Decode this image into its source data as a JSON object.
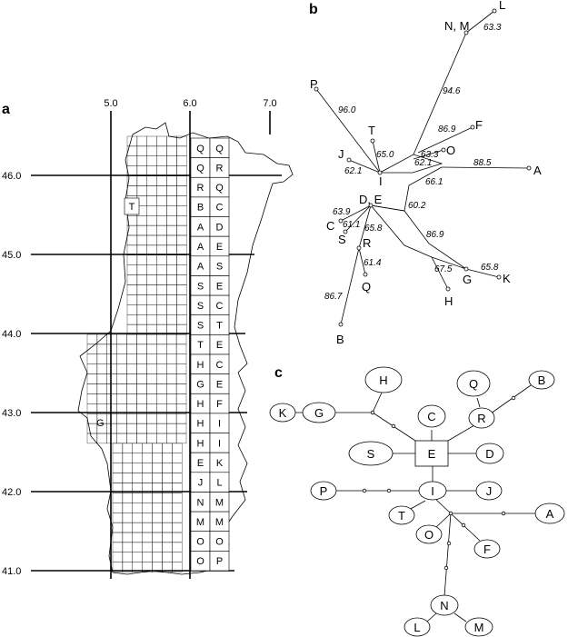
{
  "panels": {
    "a": "a",
    "b": "b",
    "c": "c"
  },
  "panel_a": {
    "x_ticks": [
      "5.0",
      "6.0",
      "7.0"
    ],
    "y_ticks": [
      "46.0",
      "45.0",
      "44.0",
      "43.0",
      "42.0",
      "41.0"
    ],
    "grid_rows": [
      [
        "Q",
        "Q"
      ],
      [
        "Q",
        "R"
      ],
      [
        "R",
        "Q"
      ],
      [
        "B",
        "C"
      ],
      [
        "A",
        "D"
      ],
      [
        "A",
        "E"
      ],
      [
        "A",
        "S"
      ],
      [
        "S",
        "E"
      ],
      [
        "S",
        "C"
      ],
      [
        "S",
        "T"
      ],
      [
        "T",
        "E"
      ],
      [
        "H",
        "C"
      ],
      [
        "G",
        "E"
      ],
      [
        "H",
        "F"
      ],
      [
        "H",
        "I"
      ],
      [
        "H",
        "I"
      ],
      [
        "E",
        "K"
      ],
      [
        "J",
        "L"
      ],
      [
        "N",
        "M"
      ],
      [
        "M",
        "M"
      ],
      [
        "O",
        "O"
      ],
      [
        "O",
        "P"
      ]
    ],
    "extra_labels": [
      "T",
      "G"
    ]
  },
  "panel_b": {
    "nodes": [
      "L",
      "N, M",
      "P",
      "T",
      "F",
      "J",
      "O",
      "A",
      "I",
      "D, E",
      "C",
      "S",
      "R",
      "Q",
      "B",
      "G",
      "H",
      "K"
    ],
    "branch_lengths": [
      "63.3",
      "94.6",
      "96.0",
      "86.9",
      "65.0",
      "63.3",
      "62.1",
      "62.1",
      "88.5",
      "66.1",
      "60.2",
      "63.9",
      "61.1",
      "65.8",
      "86.9",
      "61.4",
      "67.5",
      "65.8",
      "86.7"
    ]
  },
  "panel_c": {
    "nodes": [
      "H",
      "Q",
      "B",
      "K",
      "G",
      "C",
      "R",
      "S",
      "E",
      "D",
      "P",
      "I",
      "J",
      "T",
      "O",
      "A",
      "F",
      "N",
      "L",
      "M"
    ]
  }
}
